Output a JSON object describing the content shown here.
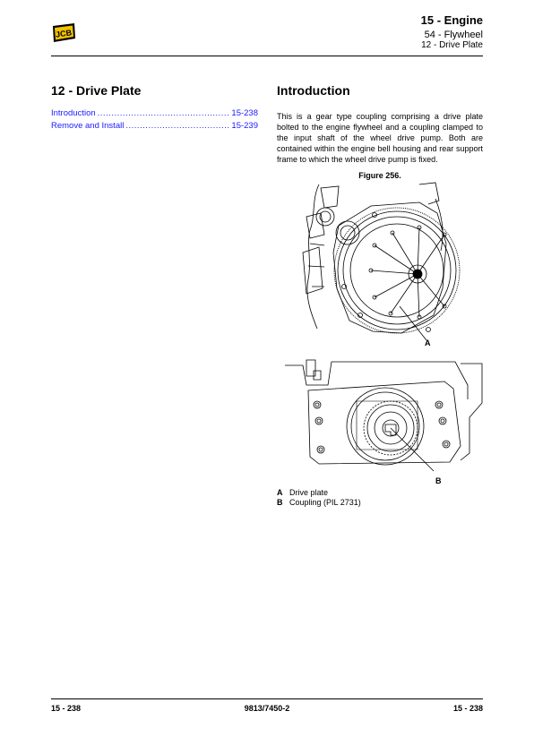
{
  "header": {
    "brand_logo": "JCB",
    "title": "15 - Engine",
    "subtitle1": "54 - Flywheel",
    "subtitle2": "12 - Drive Plate"
  },
  "left": {
    "title": "12 - Drive Plate",
    "toc": [
      {
        "label": "Introduction",
        "page": "15-238"
      },
      {
        "label": "Remove and Install",
        "page": "15-239"
      }
    ]
  },
  "right": {
    "title": "Introduction",
    "body": "This is a gear type coupling comprising a drive plate bolted to the engine flywheel and a coupling clamped to the input shaft of the wheel drive pump. Both are contained within the engine bell housing and rear support frame to which the wheel drive pump is fixed.",
    "figure_caption": "Figure 256.",
    "callout_a": "A",
    "callout_b": "B",
    "legend": [
      {
        "key": "A",
        "text": "Drive plate"
      },
      {
        "key": "B",
        "text": "Coupling (PIL 2731)"
      }
    ]
  },
  "footer": {
    "left": "15 - 238",
    "center": "9813/7450-2",
    "right": "15 - 238"
  },
  "colors": {
    "link": "#1a1aff",
    "text": "#000000"
  }
}
